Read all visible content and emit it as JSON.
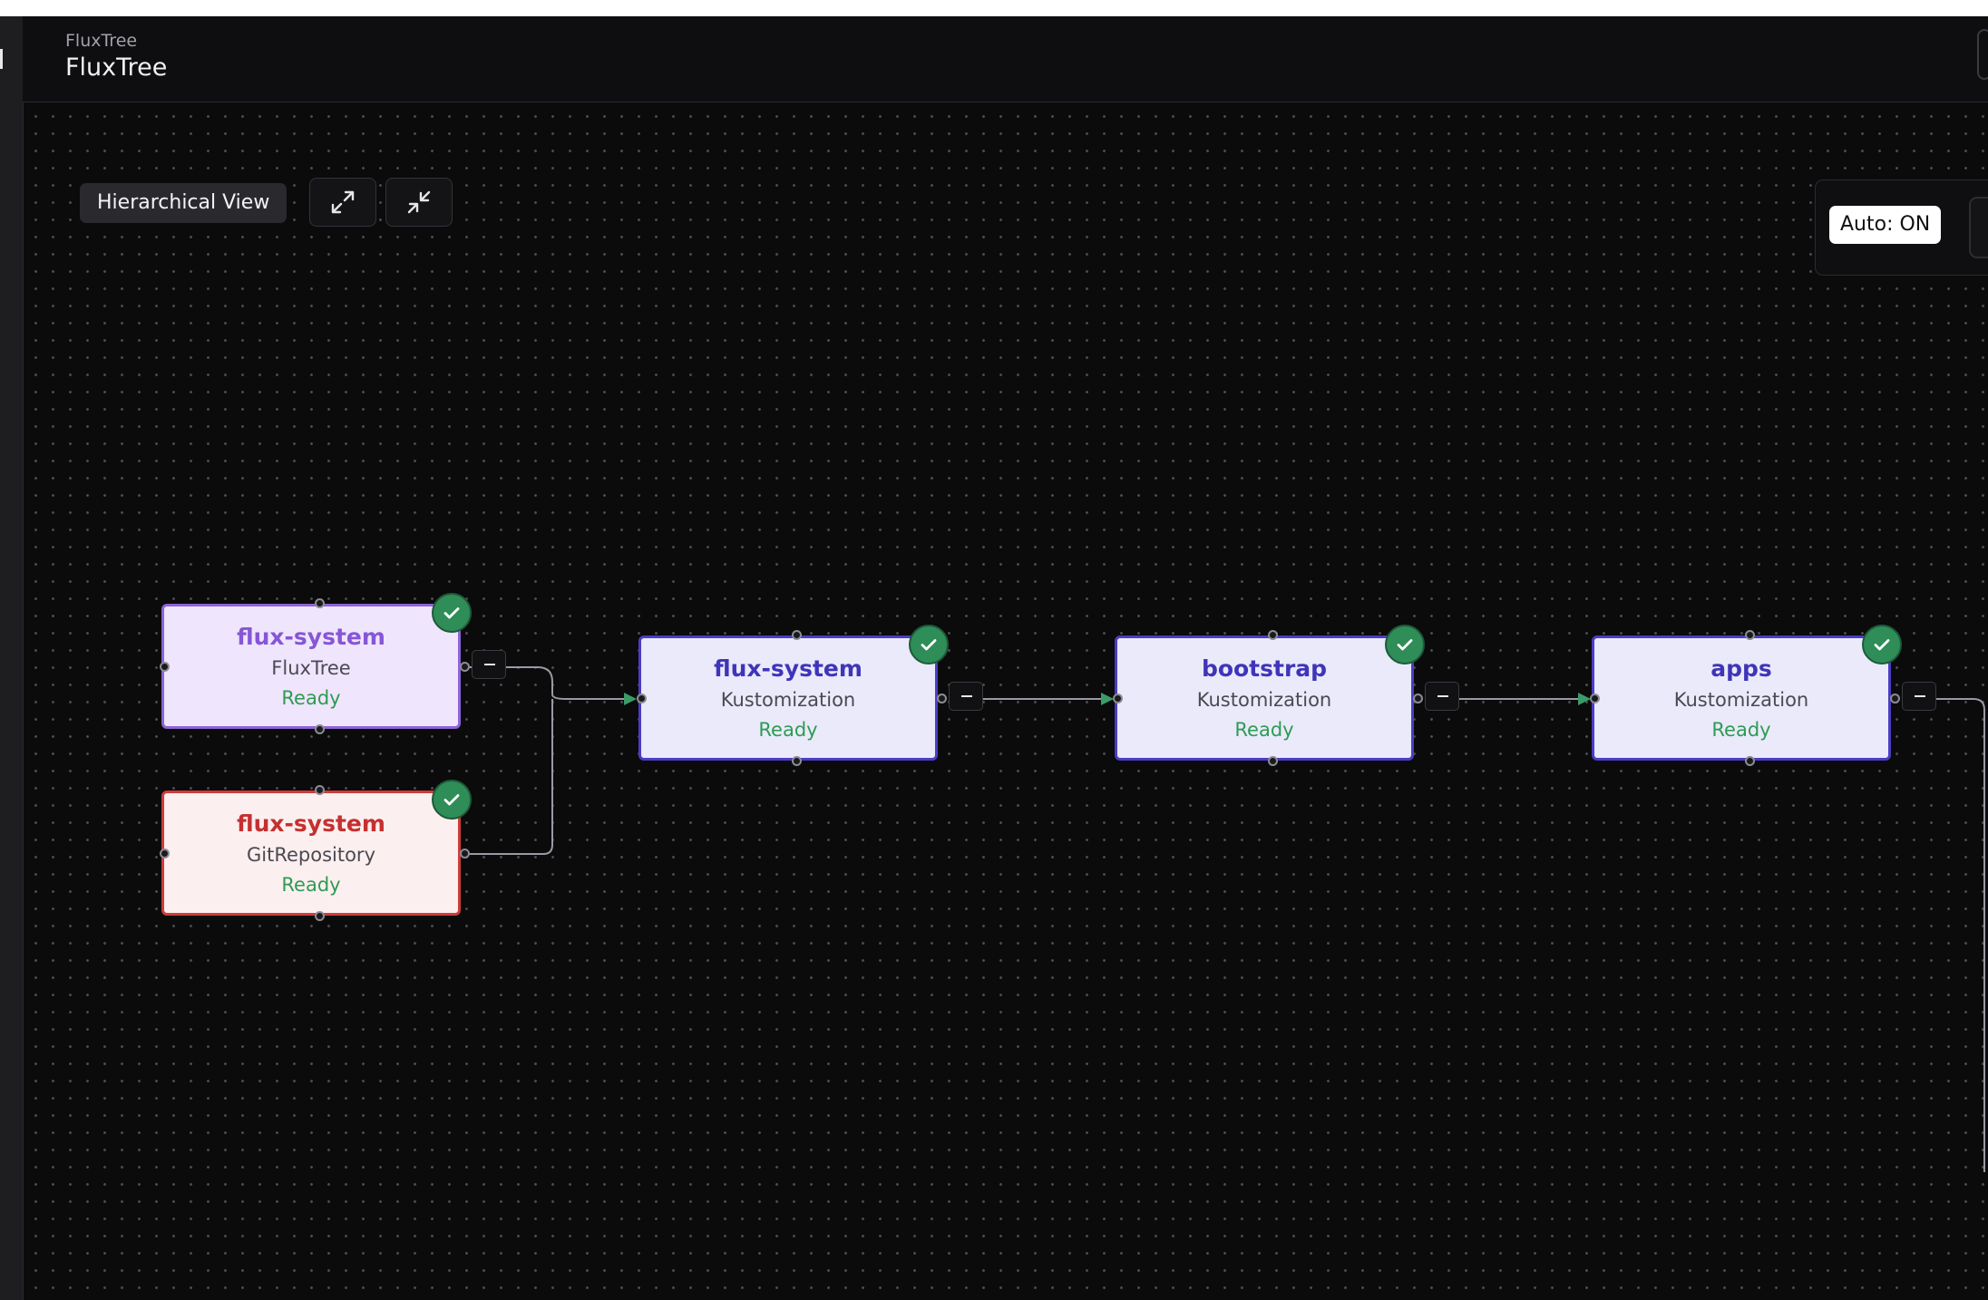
{
  "header": {
    "breadcrumb": "FluxTree",
    "title": "FluxTree"
  },
  "toolbar": {
    "view_label": "Hierarchical View",
    "expand_icon": "expand-icon",
    "collapse_icon": "collapse-icon"
  },
  "panel": {
    "auto_label": "Auto: ON"
  },
  "nodes": [
    {
      "name": "flux-system",
      "kind": "FluxTree",
      "status": "Ready"
    },
    {
      "name": "flux-system",
      "kind": "GitRepository",
      "status": "Ready"
    },
    {
      "name": "flux-system",
      "kind": "Kustomization",
      "status": "Ready"
    },
    {
      "name": "bootstrap",
      "kind": "Kustomization",
      "status": "Ready"
    },
    {
      "name": "apps",
      "kind": "Kustomization",
      "status": "Ready"
    }
  ],
  "colors": {
    "canvas_bg": "#0b0b0c",
    "ready_green": "#2e9b52",
    "fluxtree_accent": "#8656d6",
    "gitrepository_accent": "#c53030",
    "kustomization_accent": "#3f35b8",
    "edge_arrow": "#3a9c68"
  }
}
